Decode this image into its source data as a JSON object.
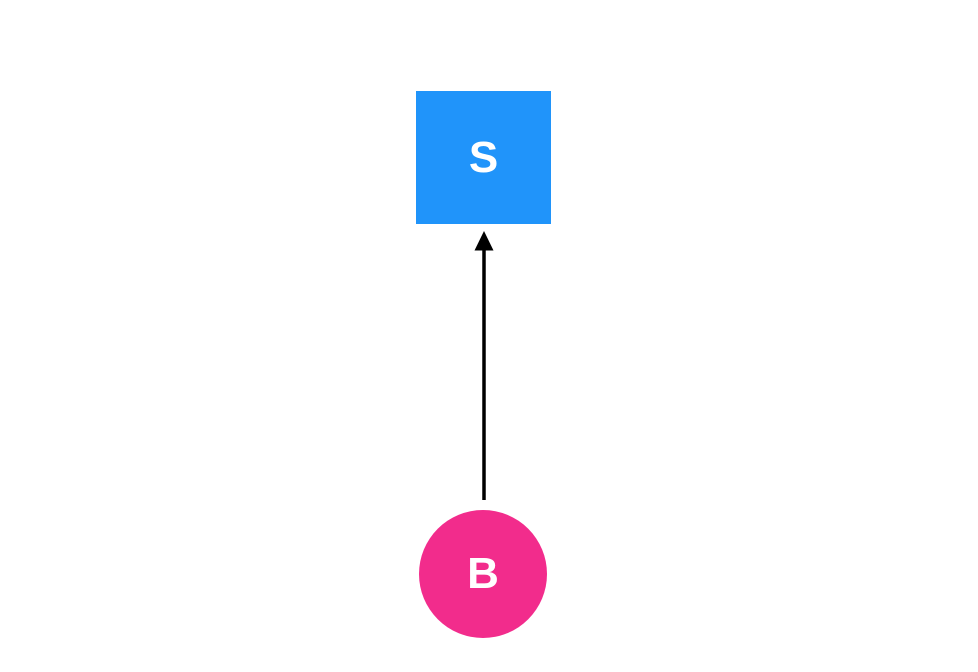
{
  "diagram": {
    "background": "#ffffff",
    "nodes": [
      {
        "id": "S",
        "label": "S",
        "shape": "square",
        "color": "#2094fa",
        "text_color": "#ffffff"
      },
      {
        "id": "B",
        "label": "B",
        "shape": "circle",
        "color": "#f22c8c",
        "text_color": "#ffffff"
      }
    ],
    "edges": [
      {
        "from": "B",
        "to": "S",
        "color": "#000000",
        "arrowhead": "triangle",
        "direction": "up"
      }
    ]
  }
}
